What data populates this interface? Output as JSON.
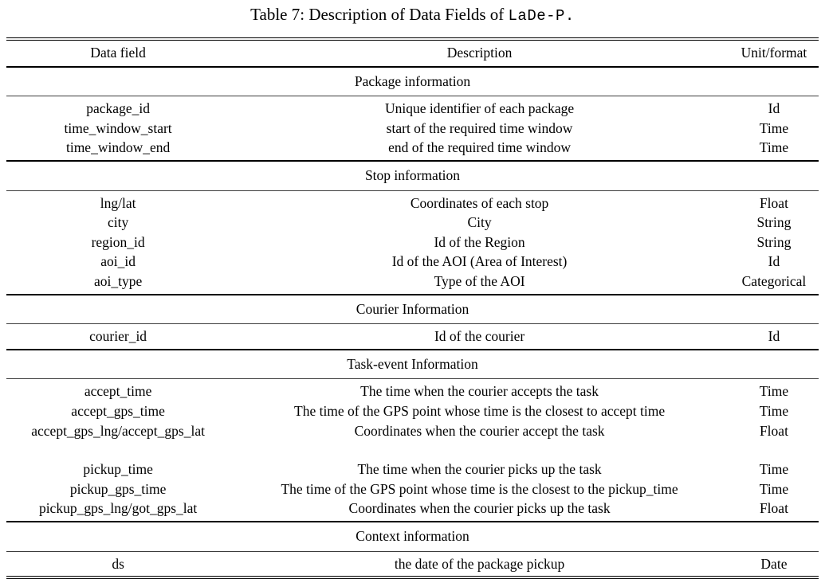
{
  "colors": {
    "background": "#ffffff",
    "text": "#000000",
    "rule": "#000000"
  },
  "title": {
    "prefix": "Table 7: Description of Data Fields of ",
    "dataset": "LaDe-P."
  },
  "table": {
    "columns": [
      "Data field",
      "Description",
      "Unit/format"
    ],
    "sections": [
      {
        "header": "Package information",
        "rows": [
          {
            "field": "package_id",
            "description": "Unique identifier of each package",
            "unit": "Id"
          },
          {
            "field": "time_window_start",
            "description": "start of the required time window",
            "unit": "Time"
          },
          {
            "field": "time_window_end",
            "description": "end of the required time window",
            "unit": "Time"
          }
        ]
      },
      {
        "header": "Stop information",
        "rows": [
          {
            "field": "lng/lat",
            "description": "Coordinates of each stop",
            "unit": "Float"
          },
          {
            "field": "city",
            "description": "City",
            "unit": "String"
          },
          {
            "field": "region_id",
            "description": "Id of the Region",
            "unit": "String"
          },
          {
            "field": "aoi_id",
            "description": "Id of the AOI (Area of Interest)",
            "unit": "Id"
          },
          {
            "field": "aoi_type",
            "description": "Type of the AOI",
            "unit": "Categorical"
          }
        ]
      },
      {
        "header": "Courier Information",
        "rows": [
          {
            "field": "courier_id",
            "description": "Id of the courier",
            "unit": "Id"
          }
        ]
      },
      {
        "header": "Task-event Information",
        "rows": [
          {
            "field": "accept_time",
            "description": "The time when the courier accepts the task",
            "unit": "Time"
          },
          {
            "field": "accept_gps_time",
            "description": "The time of the GPS point whose time is the closest to accept time",
            "unit": "Time"
          },
          {
            "field": "accept_gps_lng/accept_gps_lat",
            "description": "Coordinates when the courier accept the task",
            "unit": "Float"
          },
          {
            "field": "",
            "description": "",
            "unit": ""
          },
          {
            "field": "pickup_time",
            "description": "The time when the courier picks up the task",
            "unit": "Time"
          },
          {
            "field": "pickup_gps_time",
            "description": "The time of the GPS point whose time is the closest to the pickup_time",
            "unit": "Time"
          },
          {
            "field": "pickup_gps_lng/got_gps_lat",
            "description": "Coordinates when the courier picks up the task",
            "unit": "Float"
          }
        ]
      },
      {
        "header": "Context information",
        "rows": [
          {
            "field": "ds",
            "description": "the date of the package pickup",
            "unit": "Date"
          }
        ]
      }
    ]
  }
}
